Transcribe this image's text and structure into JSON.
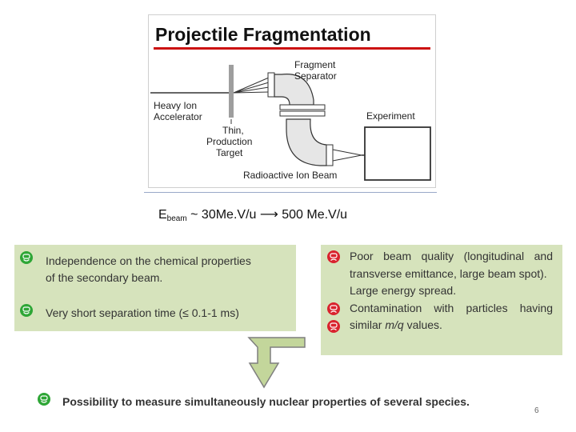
{
  "figure": {
    "title": "Projectile Fragmentation",
    "labels": {
      "fragment_separator_1": "Fragment",
      "fragment_separator_2": "Separator",
      "heavy_ion_1": "Heavy Ion",
      "heavy_ion_2": "Accelerator",
      "target_1": "Thin,",
      "target_2": "Production",
      "target_3": "Target",
      "experiment": "Experiment",
      "radioactive_beam": "Radioactive Ion Beam"
    },
    "colors": {
      "title_rule": "#cc1111",
      "magnet_fill": "#e6e6e6"
    }
  },
  "energy": {
    "prefix": "E",
    "subscript": "beam",
    "text": " ~ 30Me.V/u ",
    "arrow": "⟶",
    "end": " 500 Me.V/u"
  },
  "pros": [
    {
      "text_line1": "Independence on the chemical properties",
      "text_line2": "of the secondary beam."
    },
    {
      "text_line1": "Very short separation time (≤ 0.1-1 ms)"
    }
  ],
  "cons": [
    {
      "text": "Poor beam quality (longitudinal and transverse emittance, large beam spot)."
    },
    {
      "text": "Large energy spread."
    },
    {
      "text_before": "Contamination with particles having similar ",
      "text_italic": "m/q",
      "text_after": " values."
    }
  ],
  "conclusion": "Possibility to measure simultaneously nuclear properties of several species.",
  "page_number": "6",
  "colors": {
    "box_bg": "#d6e3bc",
    "happy": "#2ea636",
    "sad": "#d9232e",
    "arrow_fill": "#c3d69b",
    "arrow_stroke": "#7f7f7f"
  },
  "icons": {
    "pro": "happy-face-icon",
    "con": "sad-face-icon",
    "arrow": "down-arrow-icon"
  }
}
